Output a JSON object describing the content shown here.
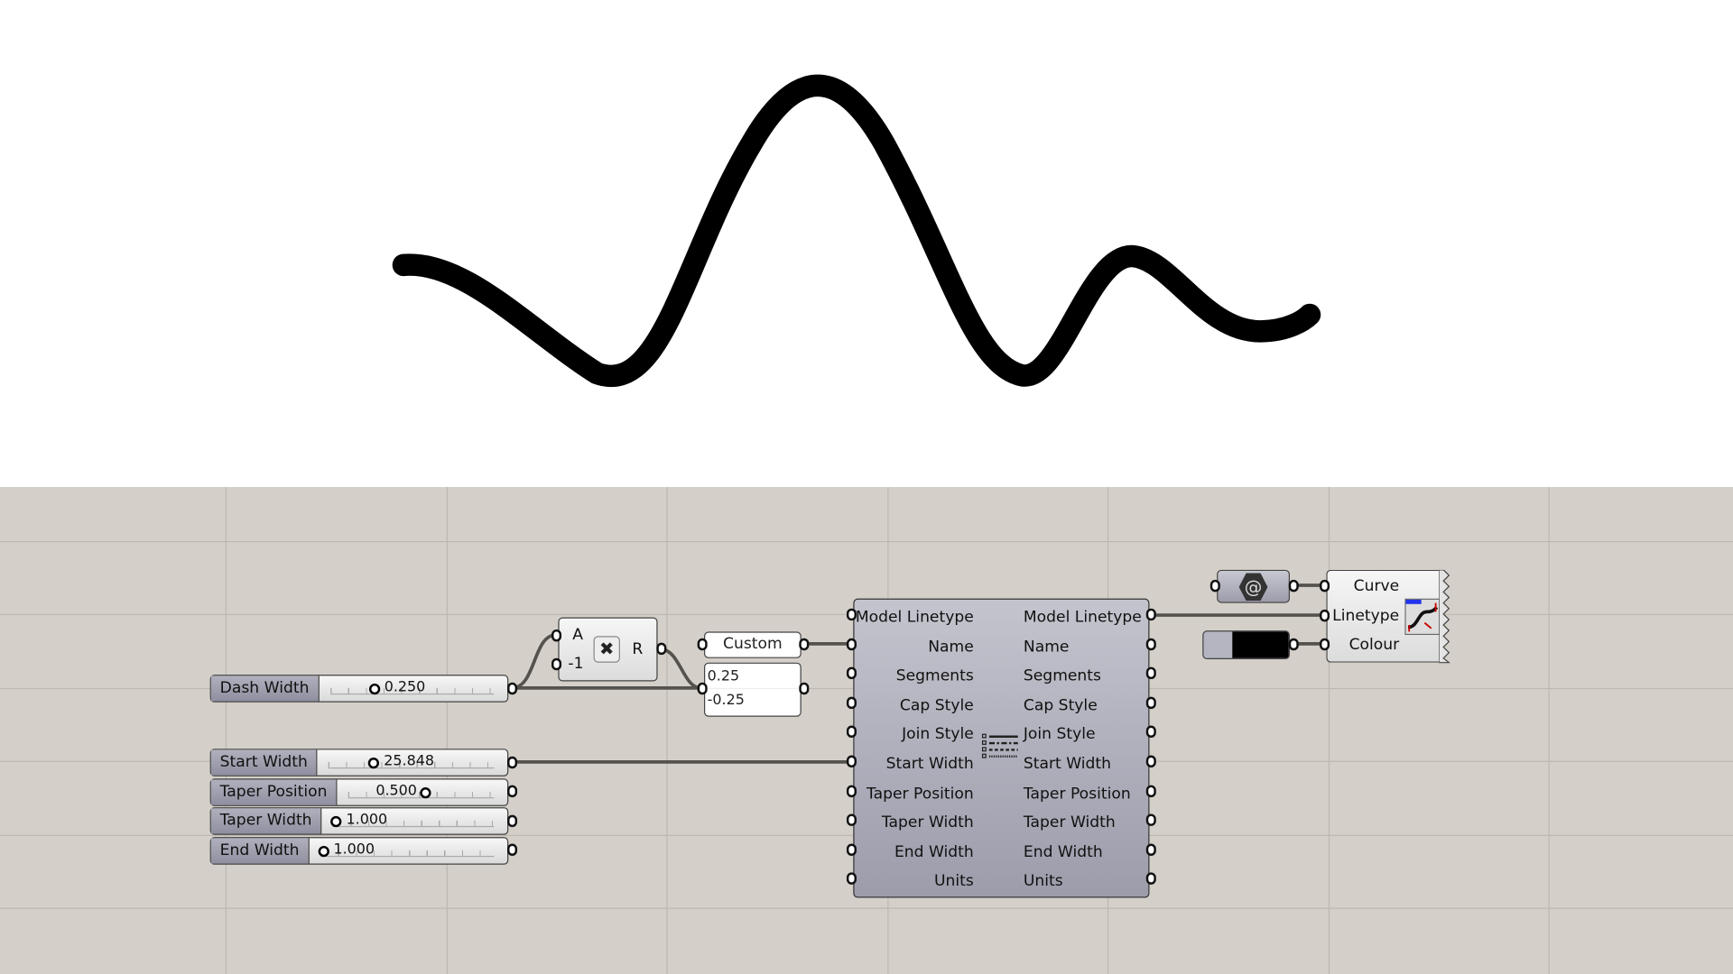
{
  "viewport": {
    "curve_color": "#000000"
  },
  "multiply": {
    "input_a": "A",
    "input_b": "-1",
    "output": "R",
    "icon": "multiply-x-icon"
  },
  "panel_custom": {
    "text": "Custom"
  },
  "panel_values": {
    "lines": [
      "0.25",
      "-0.25"
    ]
  },
  "sliders": [
    {
      "label": "Dash Width",
      "value": "0.250",
      "fraction": 0.25
    },
    {
      "label": "Start Width",
      "value": "25.848",
      "fraction": 0.26
    },
    {
      "label": "Taper Position",
      "value": "0.500",
      "fraction": 0.5
    },
    {
      "label": "Taper Width",
      "value": "1.000",
      "fraction": 0.0
    },
    {
      "label": "End Width",
      "value": "1.000",
      "fraction": 0.0
    }
  ],
  "linetype_component": {
    "inputs": [
      "Model Linetype",
      "Name",
      "Segments",
      "Cap Style",
      "Join Style",
      "Start Width",
      "Taper Position",
      "Taper Width",
      "End Width",
      "Units"
    ],
    "outputs": [
      "Model Linetype",
      "Name",
      "Segments",
      "Cap Style",
      "Join Style",
      "Start Width",
      "Taper Position",
      "Taper Width",
      "End Width",
      "Units"
    ],
    "icon": "linetype-list-icon"
  },
  "preview_component": {
    "inputs": [
      "Curve",
      "Linetype",
      "Colour"
    ],
    "icon": "custom-preview-icon"
  },
  "colour_swatch": {
    "color": "#000000"
  }
}
